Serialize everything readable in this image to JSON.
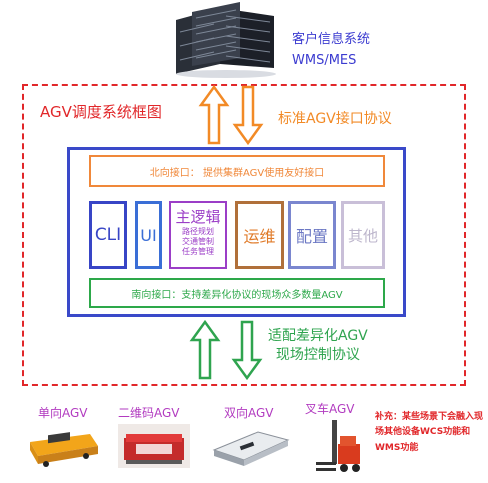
{
  "client": {
    "line1": "客户信息系统",
    "line2": "WMS/MES"
  },
  "frame_title": "AGV调度系统框图",
  "protocol_top": "标准AGV接口协议",
  "protocol_bottom": {
    "line1": "适配差异化AGV",
    "line2": "现场控制协议"
  },
  "north_interface": "北向接口： 提供集群AGV使用友好接口",
  "south_interface": "南向接口：支持差异化协议的现场众多数量AGV",
  "modules": {
    "cli": "CLI",
    "ui": "UI",
    "main_title": "主逻辑",
    "main_items": [
      "路径规划",
      "交通管制",
      "任务管理"
    ],
    "ops": "运维",
    "config": "配置",
    "other": "其他"
  },
  "agv_types": [
    {
      "label": "单向AGV",
      "color": "#b23bc0"
    },
    {
      "label": "二维码AGV",
      "color": "#b23bc0"
    },
    {
      "label": "双向AGV",
      "color": "#b23bc0"
    },
    {
      "label": "叉车AGV",
      "color": "#b23bc0"
    }
  ],
  "note": "补充：某些场景下会融入现场其他设备WCS功能和WMS功能",
  "colors": {
    "frame": "#e1272a",
    "inner": "#3a49c9",
    "north": "#f0883a",
    "south": "#2da84a"
  }
}
